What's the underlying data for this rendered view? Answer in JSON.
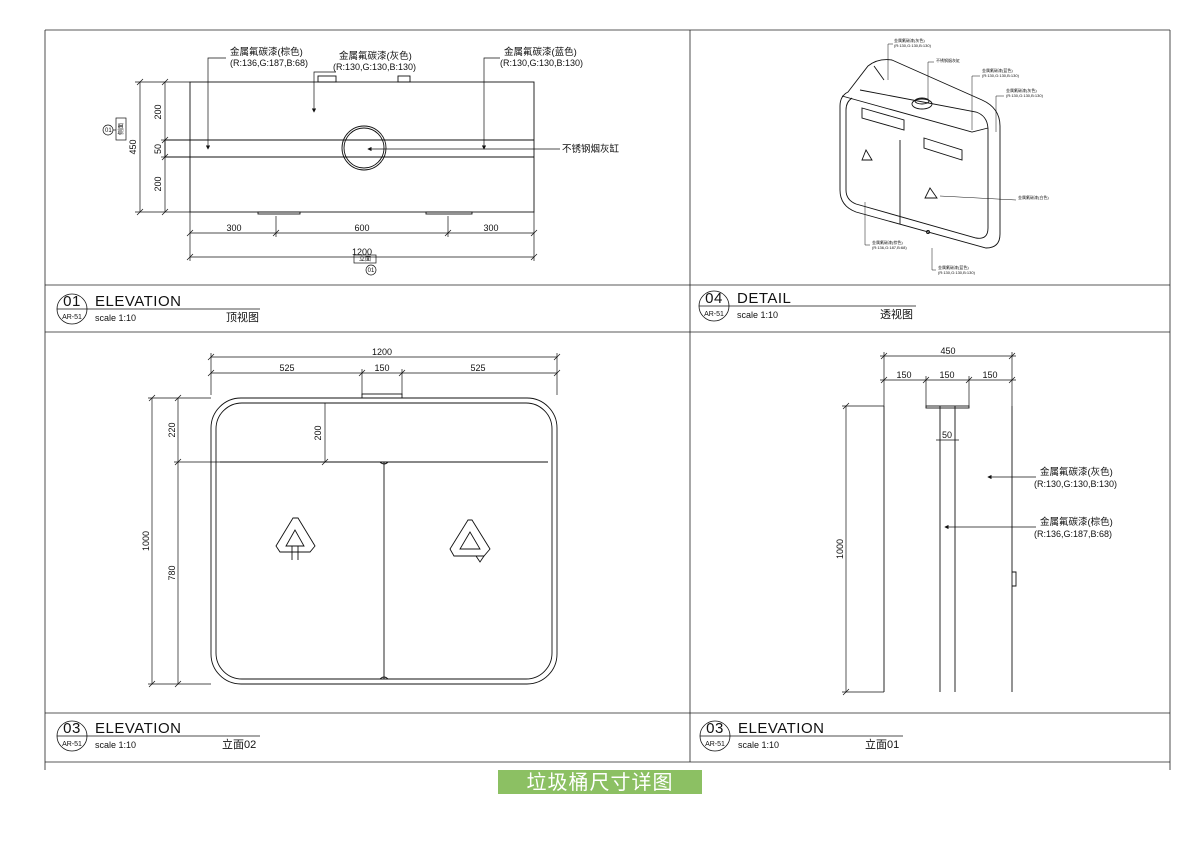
{
  "sheet_title": "垃圾桶尺寸详图",
  "panels": {
    "p01": {
      "number": "01",
      "sheet_ref": "AR-51",
      "title": "ELEVATION",
      "scale": "scale  1:10",
      "caption": "顶视图",
      "labels": {
        "brown_name": "金属氟碳漆(棕色)",
        "brown_rgb": "(R:136,G:187,B:68)",
        "gray_name": "金属氟碳漆(灰色)",
        "gray_rgb": "(R:130,G:130,B:130)",
        "blue_name": "金属氟碳漆(蓝色)",
        "blue_rgb": "(R:130,G:130,B:130)",
        "ashtray": "不锈钢烟灰缸"
      },
      "dims_v": [
        "200",
        "50",
        "200",
        "450"
      ],
      "dims_h": [
        "300",
        "600",
        "300",
        "1200"
      ],
      "markers": {
        "side": "侧面",
        "front": "立面",
        "side_num": "01",
        "front_num": "01"
      }
    },
    "p04": {
      "number": "04",
      "sheet_ref": "AR-51",
      "title": "DETAIL",
      "scale": "scale  1:10",
      "caption": "透视图",
      "tiny_labels": [
        "金属氟碳漆(灰色)",
        "(R:130,G:130,B:130)",
        "不锈钢烟灰缸",
        "金属氟碳漆(蓝色)",
        "(R:130,G:130,B:130)",
        "金属氟碳漆(灰色)",
        "(R:130,G:130,B:130)",
        "金属氟碳漆(白色)",
        "金属氟碳漆(棕色)",
        "(R:136,G:187,B:68)",
        "金属氟碳漆(蓝色)",
        "(R:130,G:130,B:130)"
      ]
    },
    "p03a": {
      "number": "03",
      "sheet_ref": "AR-51",
      "title": "ELEVATION",
      "scale": "scale  1:10",
      "caption": "立面02",
      "dims_h": [
        "1200",
        "525",
        "150",
        "525"
      ],
      "dims_v": [
        "220",
        "200",
        "1000",
        "780"
      ]
    },
    "p03b": {
      "number": "03",
      "sheet_ref": "AR-51",
      "title": "ELEVATION",
      "scale": "scale  1:10",
      "caption": "立面01",
      "dims_h": [
        "450",
        "150",
        "150",
        "150",
        "50"
      ],
      "dims_v": [
        "1000"
      ],
      "labels": {
        "gray_name": "金属氟碳漆(灰色)",
        "gray_rgb": "(R:130,G:130,B:130)",
        "brown_name": "金属氟碳漆(棕色)",
        "brown_rgb": "(R:136,G:187,B:68)"
      }
    }
  },
  "colors": {
    "banner": "#8cc063",
    "line": "#111111"
  }
}
